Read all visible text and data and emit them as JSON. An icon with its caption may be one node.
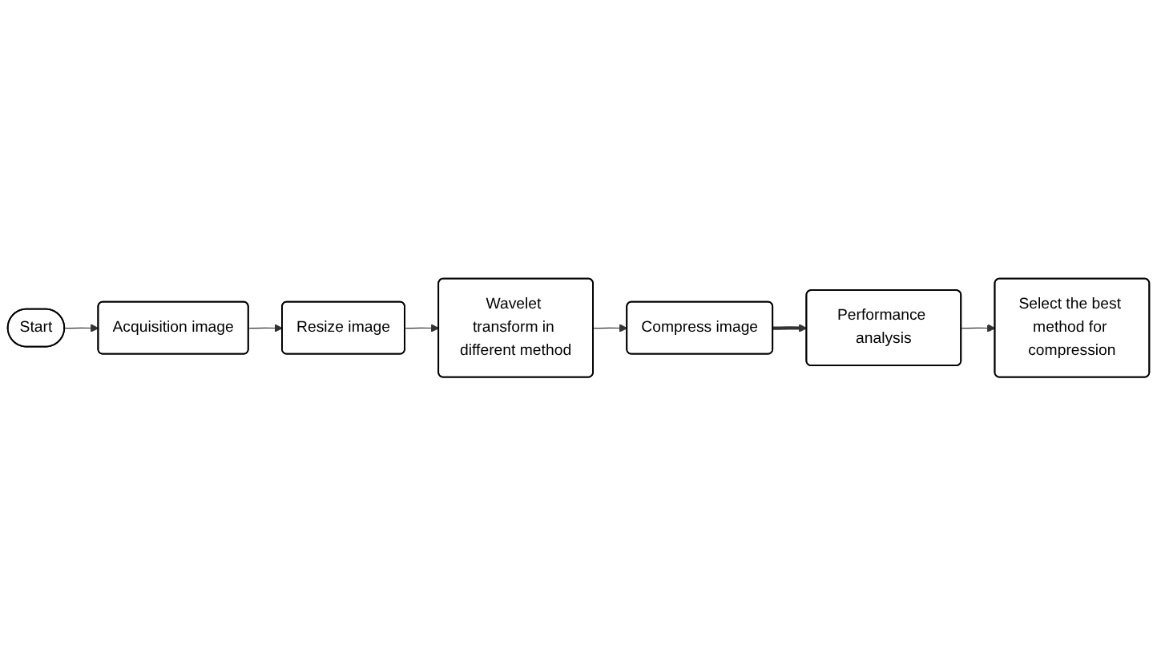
{
  "diagram": {
    "nodes": [
      {
        "text": [
          "Start"
        ]
      },
      {
        "text": [
          "Acquisition image"
        ]
      },
      {
        "text": [
          "Resize image"
        ]
      },
      {
        "text": [
          "Wavelet transform in different method"
        ]
      },
      {
        "text": [
          "Compress image"
        ]
      },
      {
        "text": [
          "Performance analysis"
        ]
      },
      {
        "text": [
          "Select the best method for compression"
        ]
      }
    ],
    "edges": [
      {
        "from": 0,
        "to": 1,
        "arrow": "to"
      },
      {
        "from": 1,
        "to": 2,
        "arrow": "to"
      },
      {
        "from": 2,
        "to": 3,
        "arrow": "to"
      },
      {
        "from": 3,
        "to": 4,
        "arrow": "to"
      },
      {
        "from": 4,
        "to": 5,
        "arrow": "to",
        "style": "thick"
      },
      {
        "from": 5,
        "to": 6,
        "arrow": "to"
      }
    ]
  }
}
